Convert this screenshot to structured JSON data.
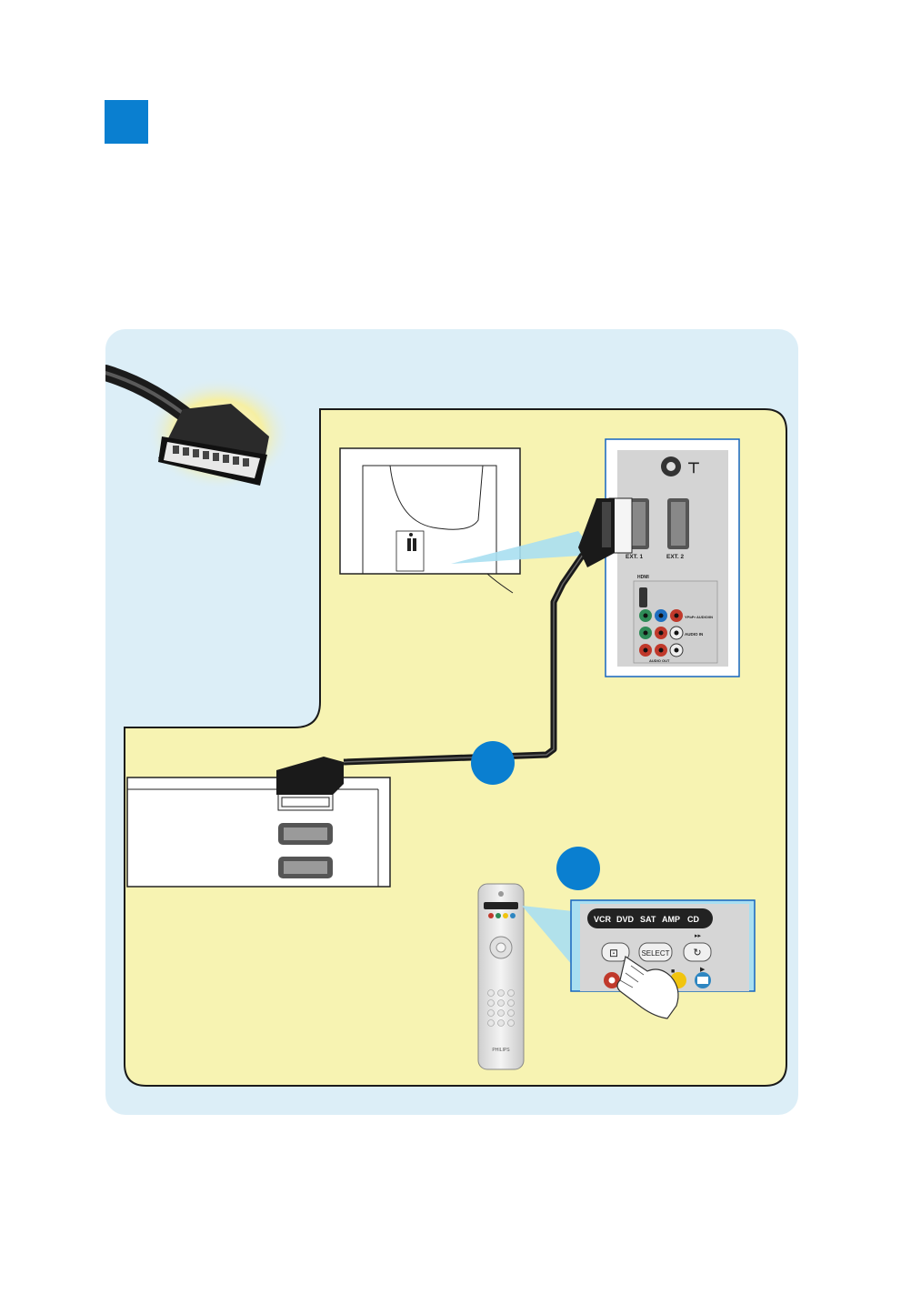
{
  "colors": {
    "step_blue": "#0a7fd0",
    "panel_bg": "#dceef7",
    "device_bg": "#f7f3b2",
    "cable": "#1a1a1a",
    "zoom_highlight": "#a9dff1"
  },
  "tv_panel": {
    "scart_1": "EXT. 1",
    "scart_2": "EXT. 2",
    "hdmi": "HDMI",
    "ypbpr": "YPbPr AUDIO/IN",
    "audio_in": "AUDIO IN",
    "audio_out": "AUDIO OUT"
  },
  "remote": {
    "source_keys": [
      "VCR",
      "DVD",
      "SAT",
      "AMP",
      "CD"
    ],
    "select": "SELECT",
    "brand": "PHILIPS"
  },
  "icons": [
    "step-marker",
    "scart-plug-icon",
    "antenna-icon",
    "input-source-icon",
    "hand-icon"
  ]
}
